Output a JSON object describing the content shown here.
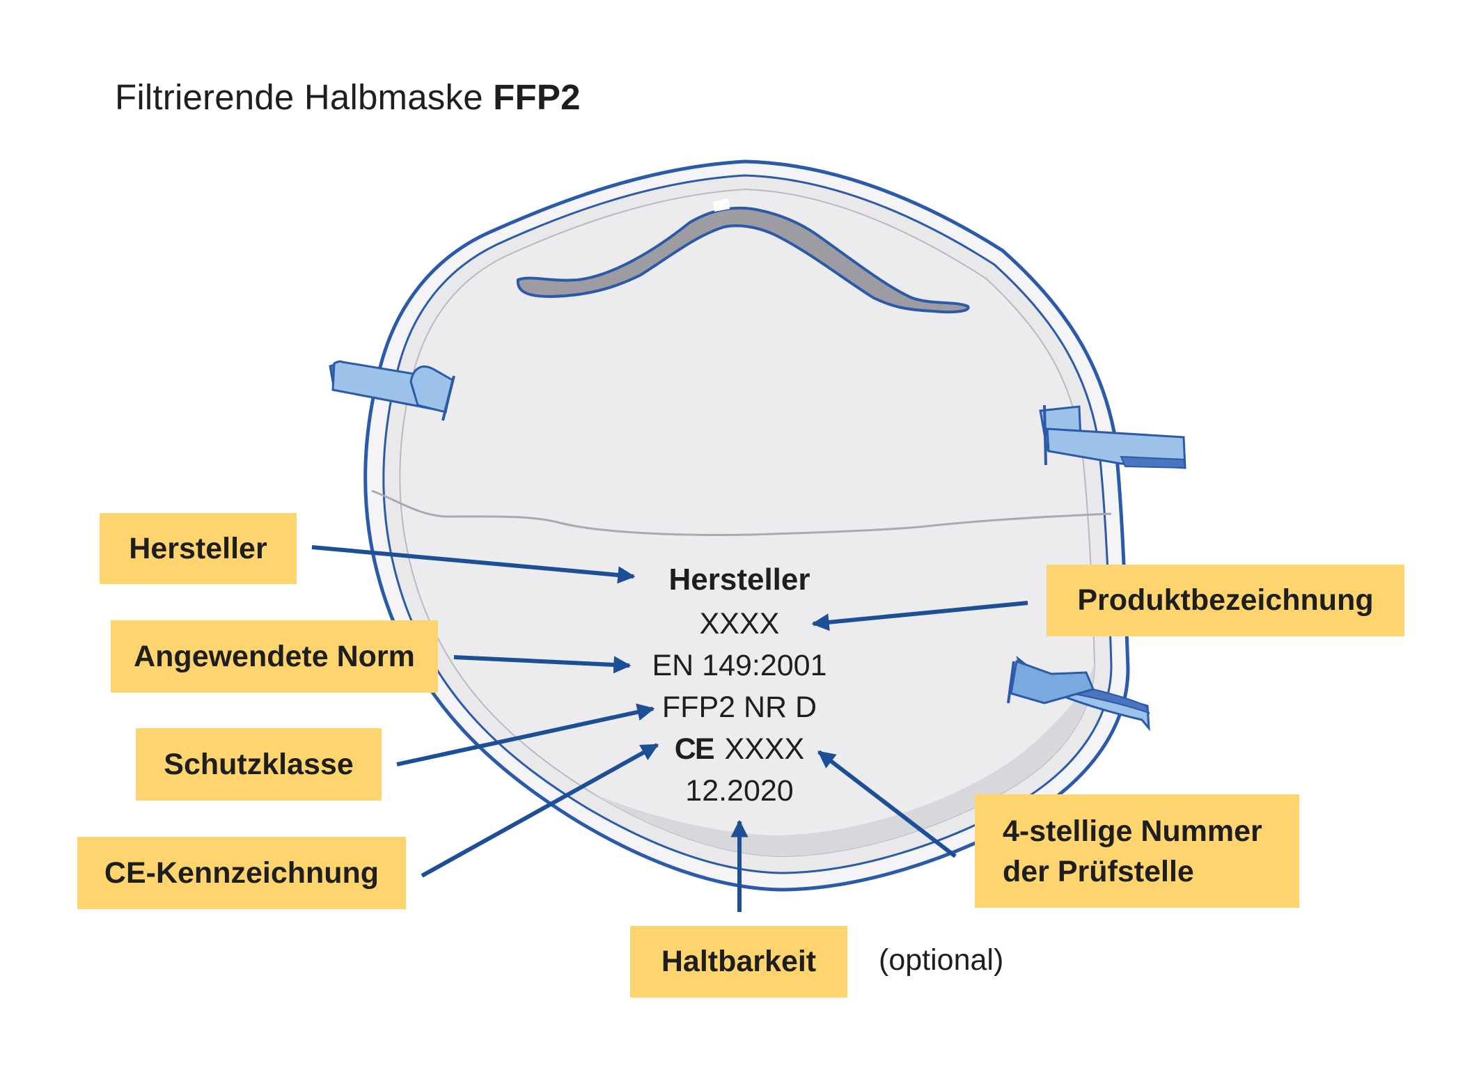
{
  "title": {
    "normal": "Filtrierende Halbmaske ",
    "bold": "FFP2"
  },
  "mask_text": {
    "manufacturer": "Hersteller",
    "product": "XXXX",
    "norm": "EN 149:2001",
    "protection_class": "FFP2 NR D",
    "ce_mark": "CE",
    "testing_body": "XXXX",
    "expiry": "12.2020"
  },
  "labels": {
    "hersteller": "Hersteller",
    "angewendete_norm": "Angewendete Norm",
    "schutzklasse": "Schutzklasse",
    "ce_kennzeichnung": "CE-Kennzeichnung",
    "haltbarkeit": "Haltbarkeit",
    "produktbezeichnung": "Produktbezeichnung",
    "pruefstelle_line1": "4-stellige Nummer",
    "pruefstelle_line2": "der Prüfstelle"
  },
  "optional_note": "(optional)",
  "colors": {
    "label_fill": "#fdd46e",
    "arrow": "#1d4f96",
    "mask_outline": "#2a5aa8",
    "mask_fill": "#ececee",
    "strap_light": "#9cc2ea",
    "strap_dark": "#4a76c0"
  }
}
